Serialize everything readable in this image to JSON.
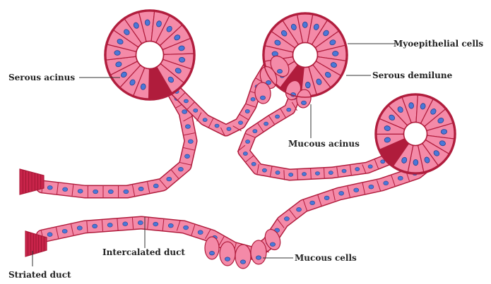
{
  "labels": {
    "myoepithelial_cells": "Myoepithelial cells",
    "serous_acinus": "Serous acinus",
    "serous_demilune": "Serous demilune",
    "mucous_acinus": "Mucous acinus",
    "intercalated_duct": "Intercalated duct",
    "mucous_cells": "Mucous cells",
    "striated_duct": "Striated duct"
  },
  "colors": {
    "cell_fill": "#f48aa8",
    "cell_outline": "#b01c3c",
    "nucleus": "#4a78d8",
    "nucleus_edge": "#2a3f8f",
    "duct_dark": "#c8244a",
    "background": "#ffffff"
  }
}
